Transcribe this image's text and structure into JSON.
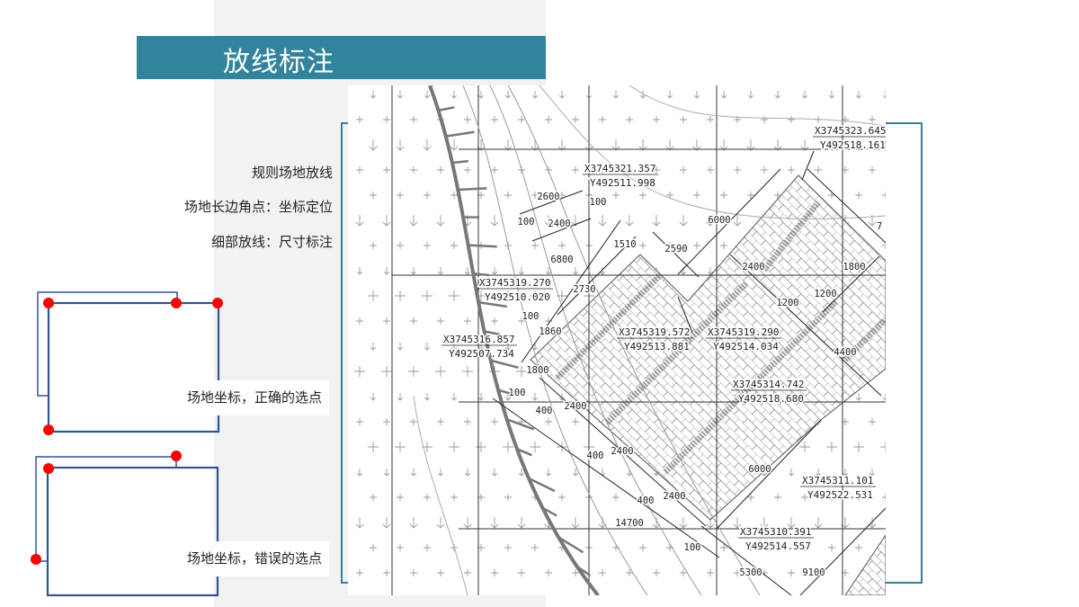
{
  "title": "放线标注",
  "notes": [
    "规则场地放线",
    "场地长边角点：坐标定位",
    "细部放线：尺寸标注"
  ],
  "examples": [
    {
      "caption": "场地坐标，正确的选点"
    },
    {
      "caption": "场地坐标，错误的选点"
    }
  ],
  "colors": {
    "title_bar": "#31849b",
    "bracket": "#31849b",
    "box_line": "#2f5597",
    "point": "#ff0000",
    "panel": "#f2f2f2"
  },
  "drawing": {
    "coordinates": [
      {
        "x": "X3745323.645",
        "y": "Y492518.161"
      },
      {
        "x": "X3745321.357",
        "y": "Y492511.998"
      },
      {
        "x": "X3745319.270",
        "y": "Y492510.020"
      },
      {
        "x": "X3745316.857",
        "y": "Y492507.734"
      },
      {
        "x": "X3745319.572",
        "y": "Y492513.881"
      },
      {
        "x": "X3745319.290",
        "y": "Y492514.034"
      },
      {
        "x": "X3745314.742",
        "y": "Y492518.680"
      },
      {
        "x": "X3745311.101",
        "y": "Y492522.531"
      },
      {
        "x": "X3745310.391",
        "y": "Y492514.557"
      }
    ],
    "dimensions": [
      "2600",
      "100",
      "2400",
      "100",
      "1510",
      "2590",
      "6000",
      "6800",
      "2730",
      "2400",
      "1200",
      "1200",
      "1800",
      "4400",
      "100",
      "1860",
      "1800",
      "100",
      "400",
      "2400",
      "400",
      "2400",
      "400",
      "2400",
      "14700",
      "100",
      "5300",
      "6000",
      "9100",
      "7"
    ]
  }
}
